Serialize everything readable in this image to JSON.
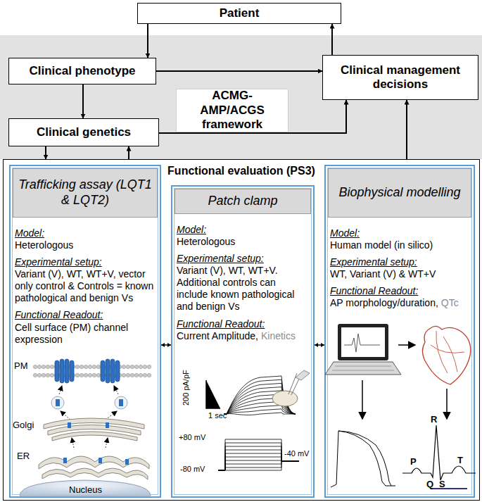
{
  "diagram": {
    "nodes": [
      {
        "text": [
          "Patient"
        ]
      },
      {
        "text": [
          "Clinical phenotype"
        ]
      },
      {
        "text": [
          "Clinical management decisions"
        ]
      },
      {
        "text": [
          "ACMG-AMP/ACGS framework"
        ]
      },
      {
        "text": [
          "Clinical genetics"
        ]
      },
      {
        "text": [
          "Functional evaluation (PS3)"
        ]
      },
      {
        "text": [
          "Trafficking assay (LQT1 & LQT2)",
          "Model:",
          "Heterologous",
          "Experimental setup:",
          "Variant (V), WT, WT+V, vector only control & Controls = known pathological and benign Vs",
          "Functional Readout:",
          "Cell surface (PM) channel expression"
        ],
        "in": 5
      },
      {
        "text": [
          "Patch clamp",
          "Model:",
          "Heterologous",
          "Experimental setup:",
          "Variant (V), WT, WT+V. Additional controls can include known pathological and benign Vs",
          "Functional Readout:",
          "Current Amplitude,",
          "Kinetics"
        ],
        "in": 5
      },
      {
        "text": [
          "Biophysical modelling",
          "Model:",
          "Human model (in silico)",
          "Experimental setup:",
          "WT, Variant (V) & WT+V",
          "Functional Readout:",
          "AP morphology/duration,",
          "QTc"
        ],
        "in": 5
      }
    ],
    "edges": [
      {
        "from": 0,
        "to": 1,
        "arrow": "to"
      },
      {
        "from": 2,
        "to": 0,
        "arrow": "to"
      },
      {
        "from": 1,
        "to": 2,
        "arrow": "to"
      },
      {
        "from": 1,
        "to": 4,
        "arrow": "to"
      },
      {
        "from": 4,
        "to": 2,
        "arrow": "to"
      },
      {
        "from": 4,
        "to": 5,
        "arrow": "to"
      },
      {
        "from": 5,
        "to": 4,
        "arrow": "to"
      },
      {
        "from": 5,
        "to": 2,
        "arrow": "to"
      },
      {
        "from": 6,
        "to": 7,
        "arrow": "both"
      },
      {
        "from": 7,
        "to": 8,
        "arrow": "both"
      }
    ],
    "labels": [
      "PM",
      "Golgi",
      "ER",
      "Nucleus",
      "200 pA/pF",
      "1 sec",
      "+80 mV",
      "-80 mV",
      "-40 mV",
      "P",
      "R",
      "Q",
      "S",
      "T"
    ]
  }
}
